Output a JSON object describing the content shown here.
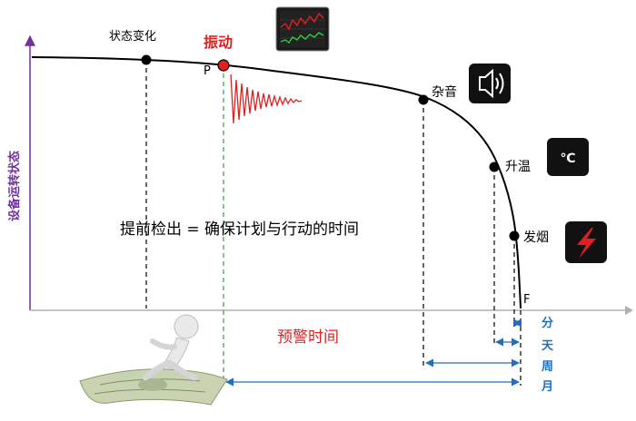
{
  "axes": {
    "y_label": "设备运转状态"
  },
  "points": {
    "state_change": "状态变化",
    "vibration": "振动",
    "p": "P",
    "noise": "杂音",
    "temp_rise": "升温",
    "smoke": "发烟",
    "f": "F"
  },
  "icons": {
    "chart": "waveform-chart-icon",
    "speaker": "speaker-icon",
    "celsius": "℃",
    "lightning": "lightning-icon"
  },
  "center_text": "提前检出 = 确保计划与行动的时间",
  "warning_time": "预警时间",
  "time_scale": {
    "minute": "分",
    "day": "天",
    "week": "周",
    "month": "月"
  },
  "colors": {
    "axis": "#7030a0",
    "curve": "#000000",
    "vibration": "#e02020",
    "vibration_line": "#2e9e4a",
    "arrow": "#1f6fbf",
    "warning": "#e02020",
    "icon_bg": "#111111"
  }
}
